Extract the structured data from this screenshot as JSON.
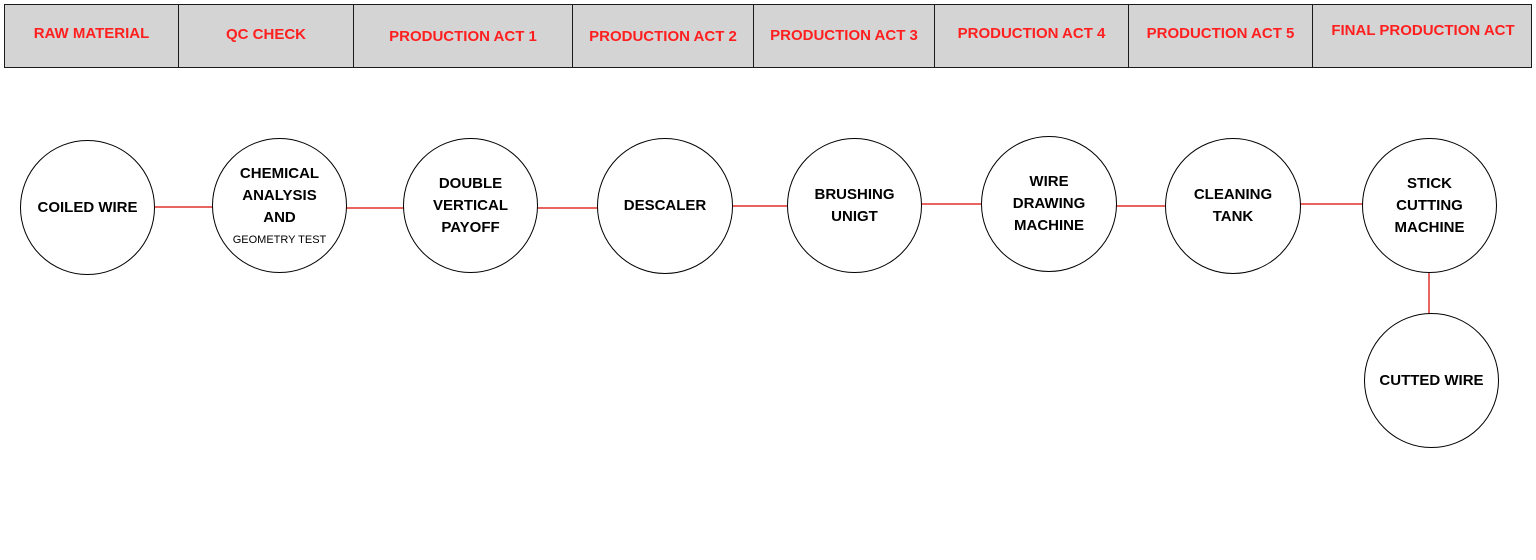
{
  "colors": {
    "header_text": "#ff1f1f",
    "connector": "#e0302a",
    "node_border": "#000000",
    "header_bg": "#d4d4d4"
  },
  "header": {
    "stages": [
      {
        "label": "RAW MATERIAL"
      },
      {
        "label": "QC CHECK"
      },
      {
        "label": "PRODUCTION ACT 1"
      },
      {
        "label": "PRODUCTION ACT 2"
      },
      {
        "label": "PRODUCTION ACT 3"
      },
      {
        "label": "PRODUCTION ACT 4"
      },
      {
        "label": "PRODUCTION ACT 5"
      },
      {
        "label": "FINAL PRODUCTION ACT"
      }
    ]
  },
  "nodes": {
    "coiled_wire": {
      "lines": [
        "COILED WIRE"
      ]
    },
    "qc_test": {
      "lines": [
        "CHEMICAL",
        "ANALYSIS",
        "AND"
      ],
      "subline": "GEOMETRY TEST"
    },
    "payoff": {
      "lines": [
        "DOUBLE",
        "VERTICAL",
        "PAYOFF"
      ]
    },
    "descaler": {
      "lines": [
        "DESCALER"
      ]
    },
    "brushing": {
      "lines": [
        "BRUSHING",
        "UNIGT"
      ]
    },
    "wire_drawing": {
      "lines": [
        "WIRE",
        "DRAWING",
        "MACHINE"
      ]
    },
    "cleaning": {
      "lines": [
        "CLEANING",
        "TANK"
      ]
    },
    "stick_cutting": {
      "lines": [
        "STICK",
        "CUTTING",
        "MACHINE"
      ]
    },
    "cutted_wire": {
      "lines": [
        "CUTTED WIRE"
      ]
    }
  }
}
